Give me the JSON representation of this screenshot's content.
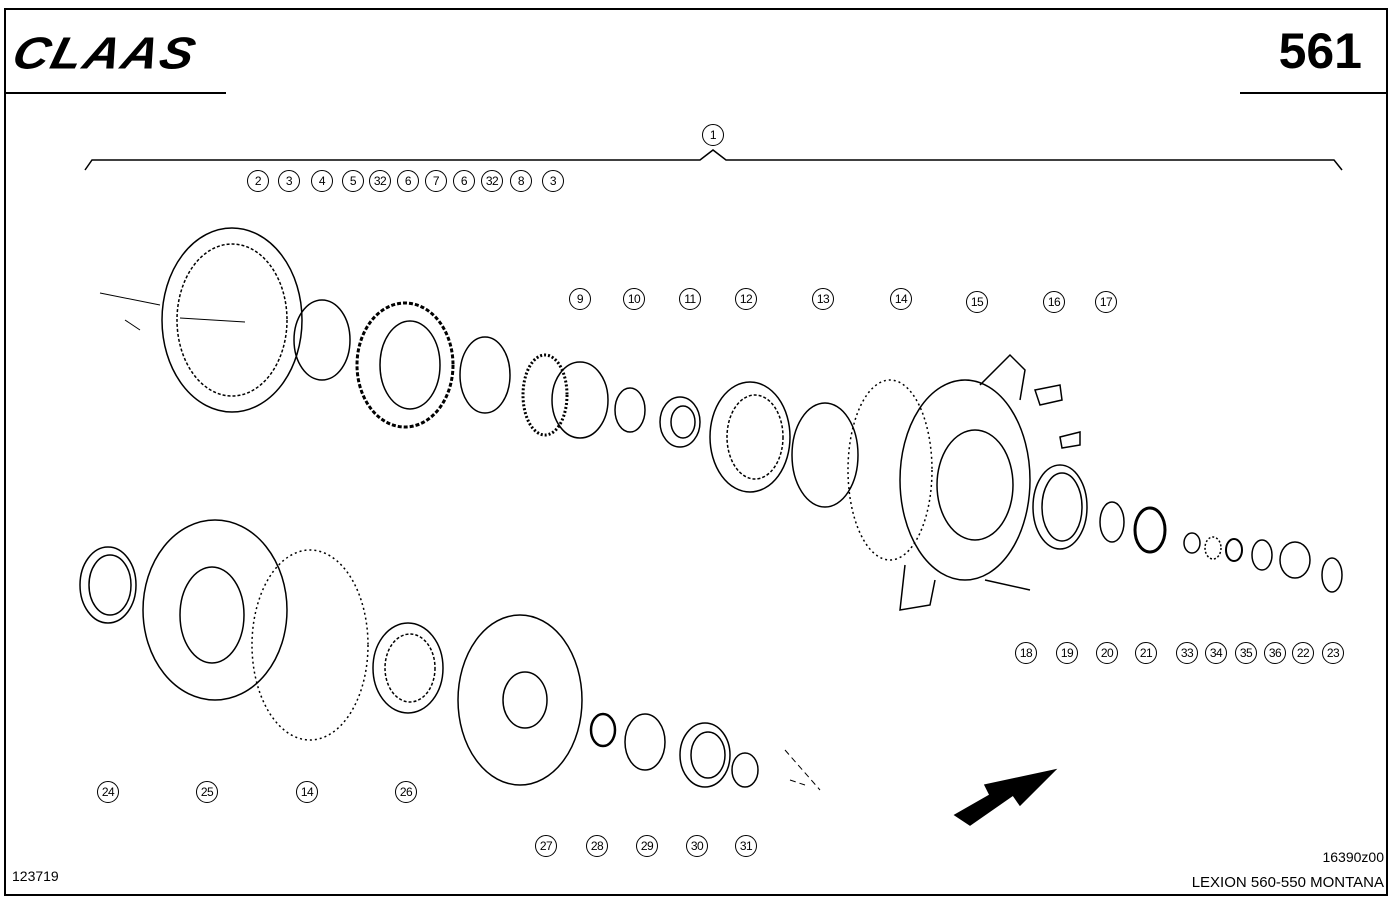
{
  "header": {
    "brand": "CLAAS",
    "page_number": "561"
  },
  "footer": {
    "drawing_number": "123719",
    "figure_code": "16390z00",
    "model": "LEXION 560-550 MONTANA"
  },
  "callouts": [
    "1",
    "2",
    "3",
    "4",
    "5",
    "32",
    "6",
    "7",
    "6",
    "32",
    "8",
    "3",
    "9",
    "10",
    "11",
    "12",
    "13",
    "14",
    "15",
    "16",
    "17",
    "18",
    "19",
    "20",
    "21",
    "33",
    "34",
    "35",
    "36",
    "22",
    "23",
    "24",
    "25",
    "14",
    "26",
    "27",
    "28",
    "29",
    "30",
    "31"
  ]
}
